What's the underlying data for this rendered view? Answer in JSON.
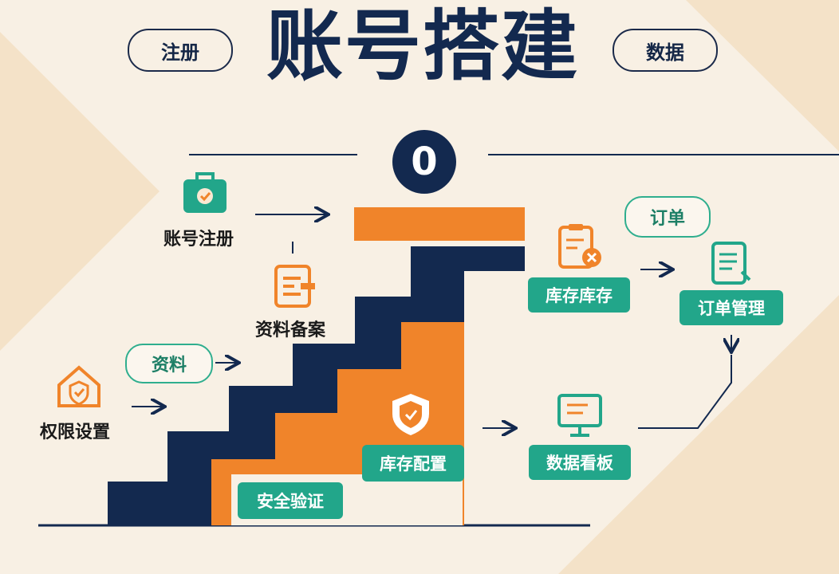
{
  "title": "账号搭建",
  "pills": {
    "left": "注册",
    "right": "数据",
    "data": "资料",
    "order": "订单"
  },
  "step_number": "0",
  "labels": {
    "account_register": "账号注册",
    "data_filing": "资料备案",
    "permission_settings": "权限设置"
  },
  "buttons": {
    "inventory": "库存库存",
    "order_management": "订单管理",
    "inventory_config": "库存配置",
    "data_dashboard": "数据看板",
    "security_verify": "安全验证"
  },
  "colors": {
    "navy": "#13294f",
    "orange": "#f0842a",
    "teal": "#22a68a",
    "background": "#f8f0e4"
  }
}
